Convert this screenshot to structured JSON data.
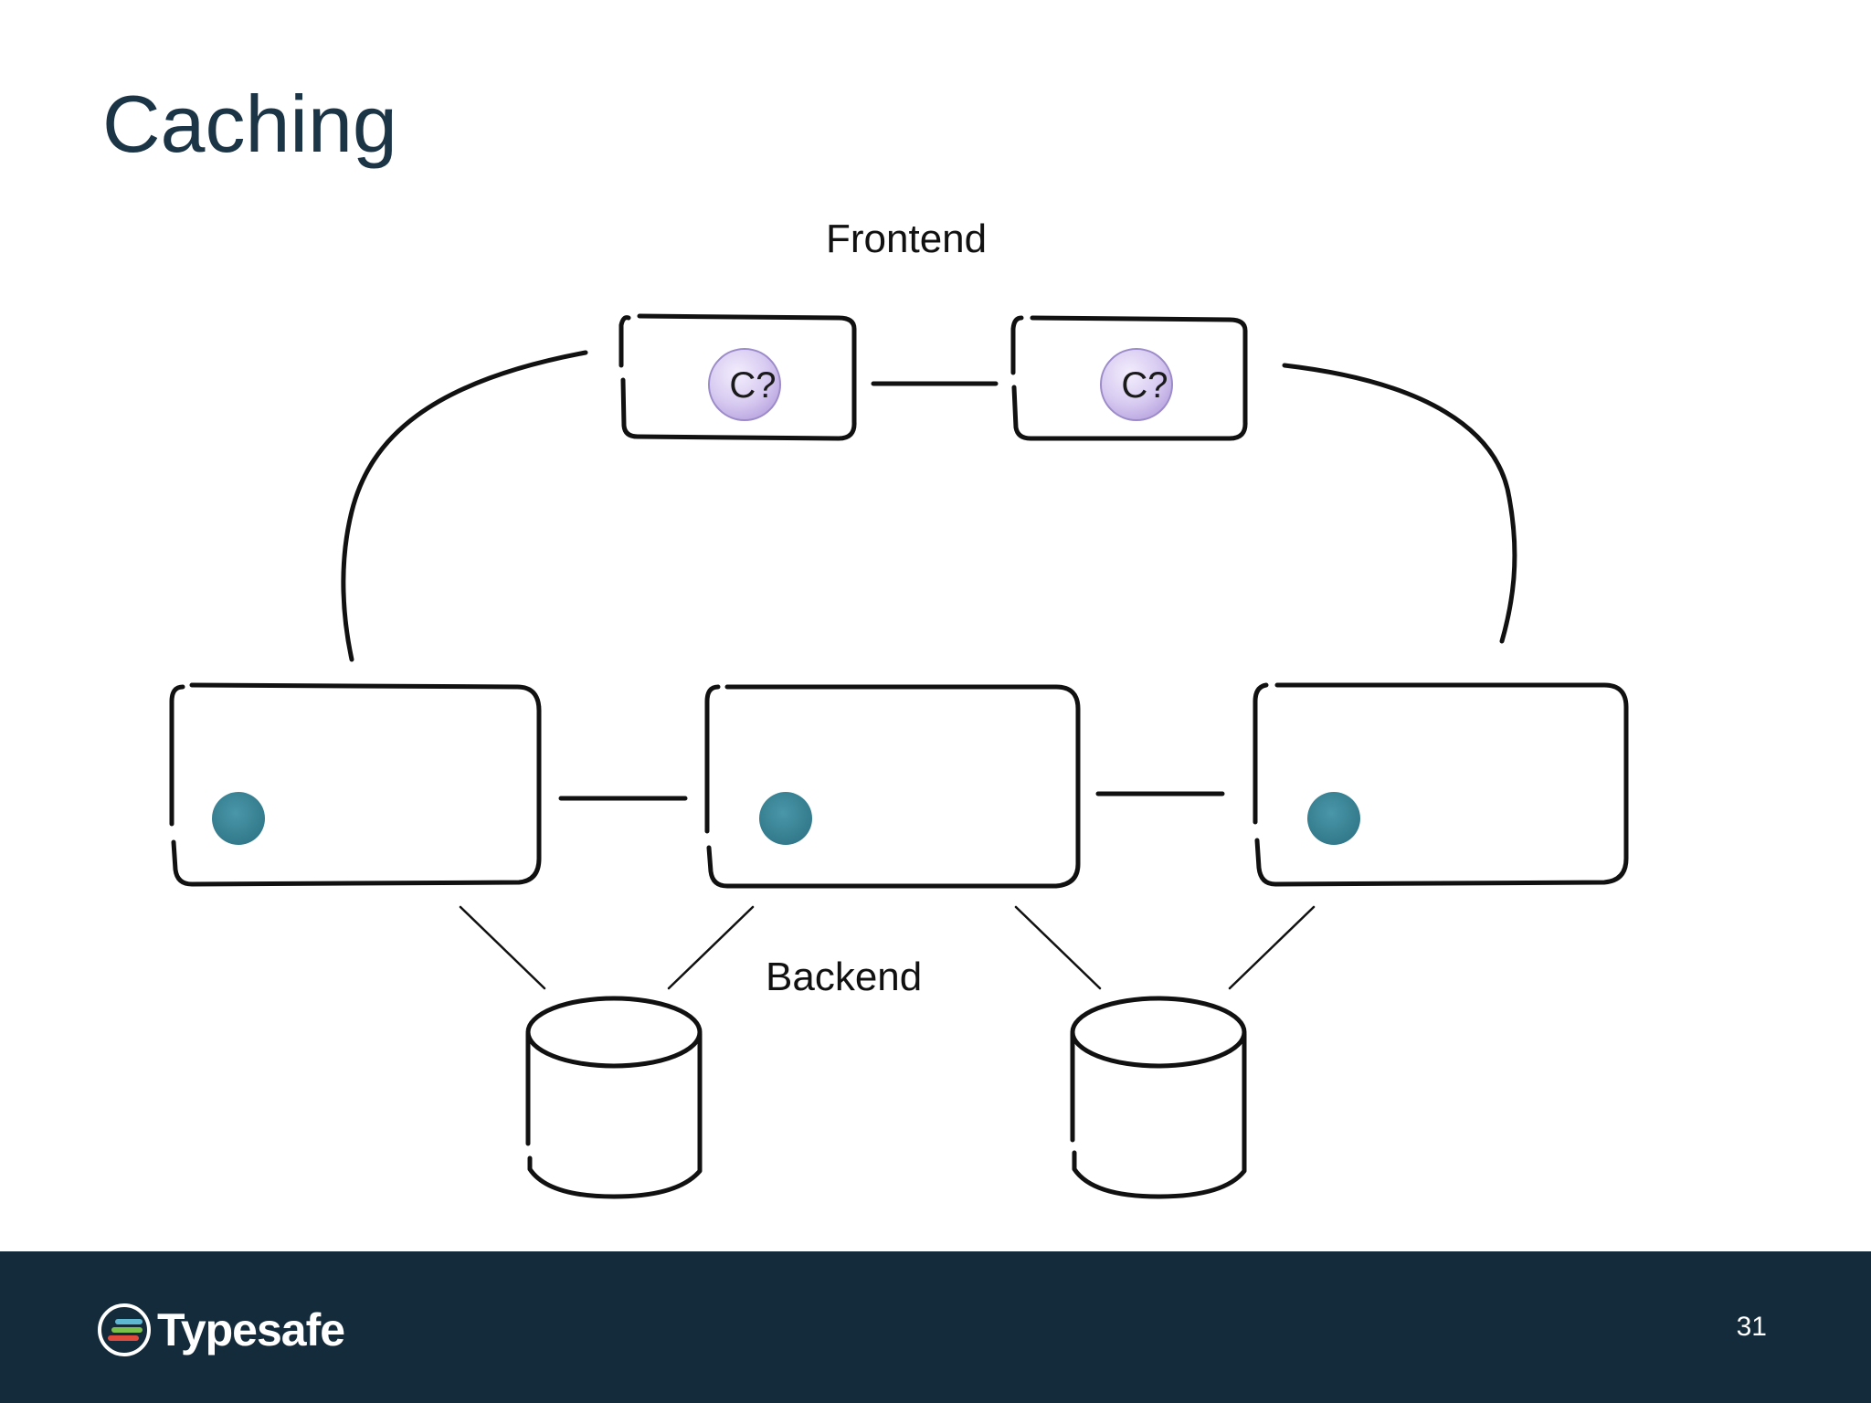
{
  "slide": {
    "title": "Caching",
    "page_number": "31"
  },
  "diagram": {
    "frontend_label": "Frontend",
    "backend_label": "Backend",
    "cache_marker_label": "C?",
    "frontend_node_count": 2,
    "backend_node_count": 3,
    "database_count": 2
  },
  "brand": {
    "logo_text": "Typesafe",
    "colors": {
      "footer": "#132b3a",
      "title": "#1b3446",
      "node_dot": "#3a8699",
      "cache_marker": "#d9ccf2"
    }
  },
  "icons": {
    "logo": "typesafe-logo-icon",
    "node": "teal-dot-icon",
    "cache": "cache-marker-icon",
    "database": "database-cylinder-icon"
  }
}
